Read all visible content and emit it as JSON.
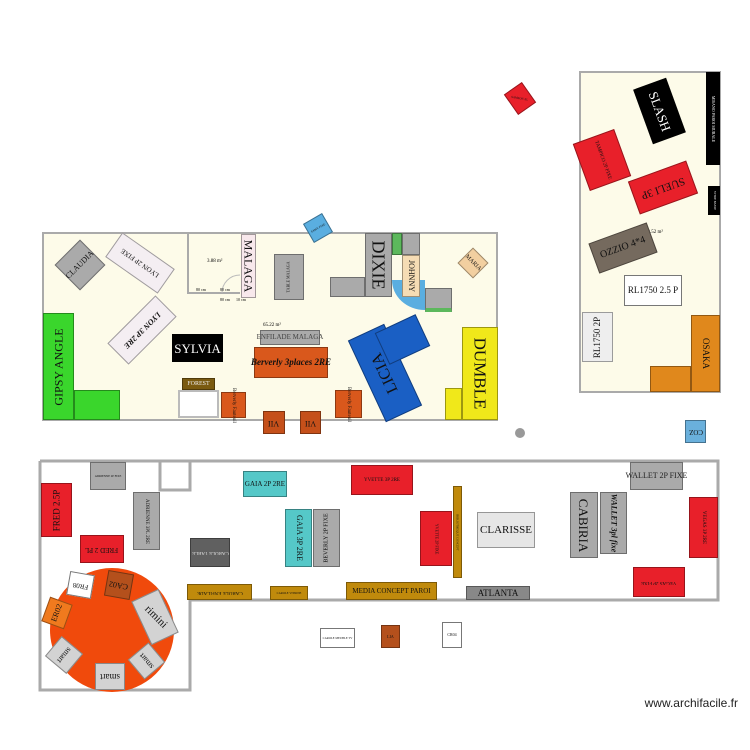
{
  "rooms": {
    "area_small": "3.88 m²",
    "area_main": "65.22 m²",
    "area_right": "58.52 m²",
    "dim1": "80 cm",
    "dim2": "80 cm",
    "dim3": "80 cm",
    "dim4": "10 cm"
  },
  "top": {
    "claudia": "CLAUDIA",
    "lyon2p": "LYON 2P FIXE",
    "lyon3p": "LYON 3P 2RE",
    "malaga": "MALAGA",
    "table_malaga": "TABLE MALAGA",
    "sylvia": "SYLVIA",
    "enfilade": "ENFILADE MALAGA",
    "beverly3": "Berverly 3places 2RE",
    "forest": "FOREST",
    "fauteuil1": "Berverly Fauteuil",
    "fauteuil2": "Berverly Fauteuil",
    "vii1": "VII",
    "vii2": "VII",
    "gipsy": "GIPSY ANGLE",
    "dixie": "DIXIE",
    "johnny": "JOHNNY",
    "maria": "MARIA",
    "licia": "LICIA",
    "dumble": "DUMBLE",
    "samy": "SAMY FIXE",
    "samson": "SAMSON XL",
    "coz": "COZ"
  },
  "right": {
    "slash": "SLASH",
    "misano": "MISANO PAROI MURALE",
    "vitre": "VITRE BASSE",
    "tampico": "TAMPICO 2P FIXE",
    "sueli": "SUELI 3P",
    "ozzio": "OZZIO 4*4",
    "rl25": "RL1750 2.5 P",
    "rl2": "RL1750 2P",
    "osaka": "OSAKA"
  },
  "bottom": {
    "adrienne2": "ADRIENNE 2P FIXE",
    "adrienne3": "ADRIENNE 3PL 2RE",
    "fred25": "FRED 2.5P",
    "fred2": "FRED 2 PL",
    "fr08": "FR08",
    "ca02": "CA02",
    "er02": "ER02",
    "rimini": "rimini",
    "smart1": "smart",
    "smart2": "smart",
    "smart3": "smart",
    "carole_table": "CAROLE TABLE",
    "carole_enfilade": "CAROLE ENFILADE",
    "carole_vitrine": "CAROLE VITRINE",
    "gaia2": "GAIA 2P 2RE",
    "gaia3": "GAIA 3P 2RE",
    "beverly2": "BEVERLY 2P FIXE",
    "yvette3": "YVETTE 3P 2RE",
    "yvette2": "YVETTE 2P FIXE",
    "biblio": "BIBLIOTHEQUE CONCEPT",
    "clarisse": "CLARISSE",
    "media": "MEDIA CONCEPT PAROI",
    "atlanta": "ATLANTA",
    "cabiria": "CABIRIA",
    "wallet3": "WALLET 3pl fixe",
    "wallet2": "WALLET 2P FIXE",
    "vegas3": "VEGAS 3P 2RE",
    "vegas2": "VEGAS 2P FIXE",
    "meuble_tv": "CAROLE MEUBLE TV",
    "lia": "LIA",
    "cr04": "CR04"
  },
  "watermark": "www.archifacile.fr"
}
